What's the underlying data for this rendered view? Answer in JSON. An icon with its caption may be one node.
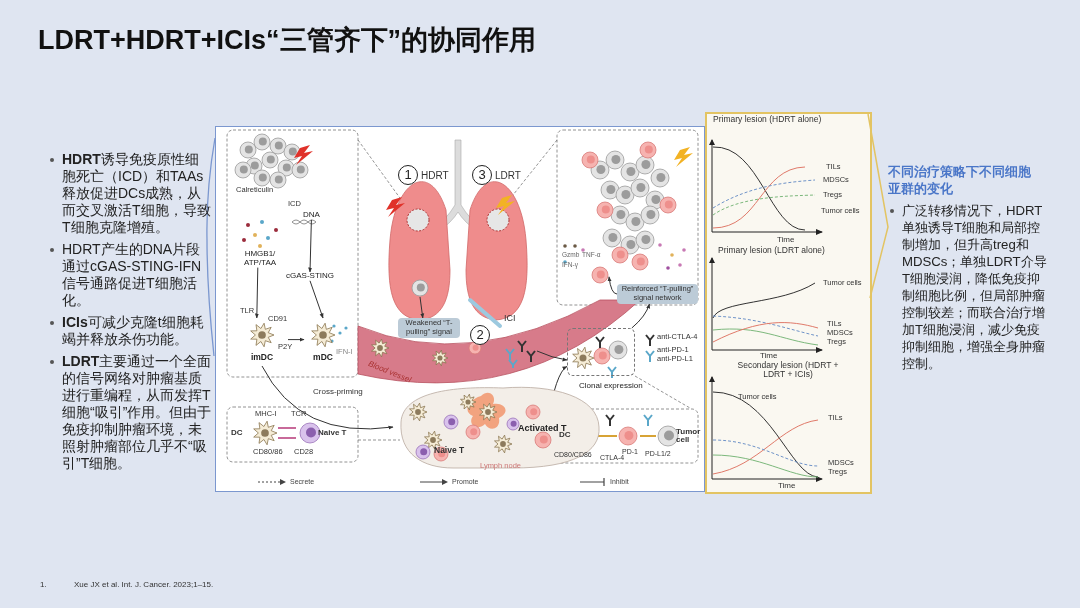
{
  "diagram": {
    "title": "LDRT+HDRT+ICIs“三管齐下”的协同作用",
    "nodes": [
      {
        "text": [
          "DNA"
        ]
      },
      {
        "text": [
          "cGAS-STING"
        ]
      },
      {
        "text": [
          "HMGB1/ ATP/TAA"
        ]
      },
      {
        "text": [
          "imDC"
        ]
      },
      {
        "text": [
          "mDC"
        ]
      },
      {
        "text": [
          "Weakened “T-pulling” signal"
        ]
      },
      {
        "text": [
          "Reinforced “T-pulling” signal network"
        ]
      },
      {
        "text": [
          "Lymph node"
        ]
      },
      {
        "text": [
          "Activated T"
        ],
        "in": 7
      },
      {
        "text": [
          "Clonal expression"
        ]
      },
      {
        "text": [],
        "shape": "circle"
      },
      {
        "text": [],
        "shape": "circle"
      },
      {
        "text": [],
        "shape": "picture"
      }
    ],
    "edges": [
      {
        "from": 0,
        "to": 1,
        "arrow": "to"
      },
      {
        "from": 2,
        "to": 3,
        "arrow": "to"
      },
      {
        "from": 1,
        "to": 4,
        "arrow": "to"
      },
      {
        "from": 3,
        "to": 4,
        "arrow": "to"
      },
      {
        "from": 3,
        "to": 7,
        "arrow": "to",
        "label": "Cross-priming"
      },
      {
        "from": 8,
        "to": 9,
        "arrow": "to"
      },
      {
        "from": 9,
        "to": 6,
        "arrow": "to"
      },
      {
        "from": 6,
        "to": 11,
        "arrow": "to"
      },
      {
        "from": 10,
        "to": 5,
        "arrow": "to"
      },
      {
        "from": 12,
        "to": 9,
        "arrow": "to"
      }
    ],
    "labels": [
      "**HDRT**诱导免疫原性细胞死亡（ICD）和TAAs释放促进DCs成熟，从而交叉激活T细胞，导致T细胞克隆增殖。",
      "HDRT产生的DNA片段通过cGAS-STING-IFN信号通路促进T细胞活化。",
      "**ICIs**可减少克隆t细胞耗竭并释放杀伤功能。",
      "**LDRT**主要通过一个全面的信号网络对肿瘤基质进行重编程，从而发挥T细胞“吸引”作用。但由于免疫抑制肿瘤环境，未照射肿瘤部位几乎不“吸引”T细胞。",
      "Calreticulin",
      "ICD",
      "TLR",
      "CD91",
      "P2Y",
      "IFN-I",
      "1",
      "HDRT",
      "3",
      "LDRT",
      "2",
      "ICI",
      "Blood vessel",
      "Gzmb",
      "TNF-α",
      "IFN-γ",
      "anti-CTLA-4",
      "anti-PD-1",
      "anti-PD-L1",
      "MHC-I",
      "TCR",
      "DC",
      "Naive T",
      "CD80/86",
      "CD28",
      "Naive T",
      "DC",
      "CD80/CD86",
      "CTLA-4",
      "PD-1",
      "PD-L1/2",
      "Tumor cell",
      "Primary lesion (HDRT alone)",
      "TILs",
      "MDSCs",
      "Tregs",
      "Tumor cells",
      "Time",
      "Primary lesion (LDRT alone)",
      "Tumor cells",
      "TILs",
      "MDSCs",
      "Tregs",
      "Time",
      "Secondary lesion (HDRT + LDRT + ICIs)",
      "Tumor cells",
      "TILs",
      "MDSCs",
      "Tregs",
      "Time",
      "不同治疗策略下不同细胞亚群的变化",
      "广泛转移情况下，HDRT单独诱导T细胞和局部控制增加，但升高treg和MDSCs；单独LDRT介导T细胞浸润，降低免疫抑制细胞比例，但局部肿瘤控制较差；而联合治疗增加T细胞浸润，减少免疫抑制细胞，增强全身肿瘤控制。",
      "1.",
      "Xue JX et al. Int. J. Cancer. 2023;1–15."
    ],
    "legend": [
      {
        "text": "Secrete"
      },
      {
        "text": "Promote"
      },
      {
        "text": "Inhibit"
      }
    ]
  }
}
